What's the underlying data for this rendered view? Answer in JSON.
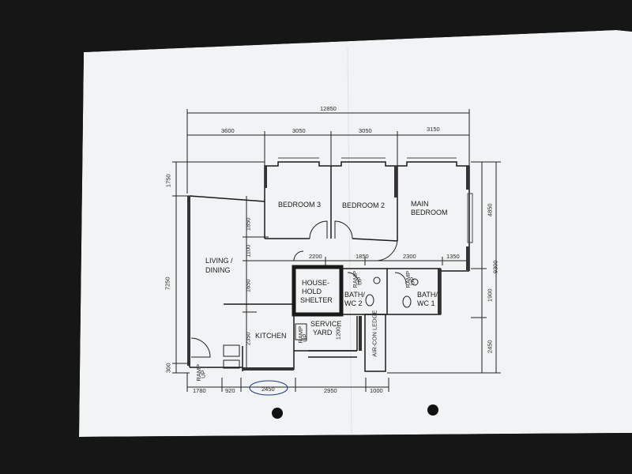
{
  "rooms": {
    "bedroom3": "BEDROOM 3",
    "bedroom2": "BEDROOM 2",
    "main_bedroom_l1": "MAIN",
    "main_bedroom_l2": "BEDROOM",
    "living_l1": "LIVING /",
    "living_l2": "DINING",
    "shelter_l1": "HOUSE-",
    "shelter_l2": "HOLD",
    "shelter_l3": "SHELTER",
    "bath2_l1": "BATH/",
    "bath2_l2": "WC 2",
    "bath1_l1": "BATH/",
    "bath1_l2": "WC 1",
    "kitchen": "KITCHEN",
    "service_l1": "SERVICE",
    "service_l2": "YARD",
    "aircon": "AIR-CON LEDGE",
    "ramp": "RAMP",
    "up": "UP"
  },
  "dimensions": {
    "top_total": "12850",
    "top_1": "3600",
    "top_2": "3050",
    "top_3": "3050",
    "top_4": "3150",
    "mid_1": "2200",
    "mid_2": "1850",
    "mid_3": "2300",
    "mid_4": "1350",
    "bot_1": "1780",
    "bot_2": "920",
    "bot_3": "2450",
    "bot_4": "2950",
    "bot_5": "1000",
    "left_1": "1750",
    "left_2": "7250",
    "left_3": "300",
    "inner_1": "1850",
    "inner_2": "1100",
    "inner_3": "1650",
    "inner_4": "2350",
    "sy_depth": "1200",
    "right_1": "4850",
    "right_total": "9300",
    "right_2": "1900",
    "right_3": "2450"
  },
  "colors": {
    "background": "#161616",
    "paper": "#f2f3f4",
    "ink": "#1a1a1a"
  }
}
